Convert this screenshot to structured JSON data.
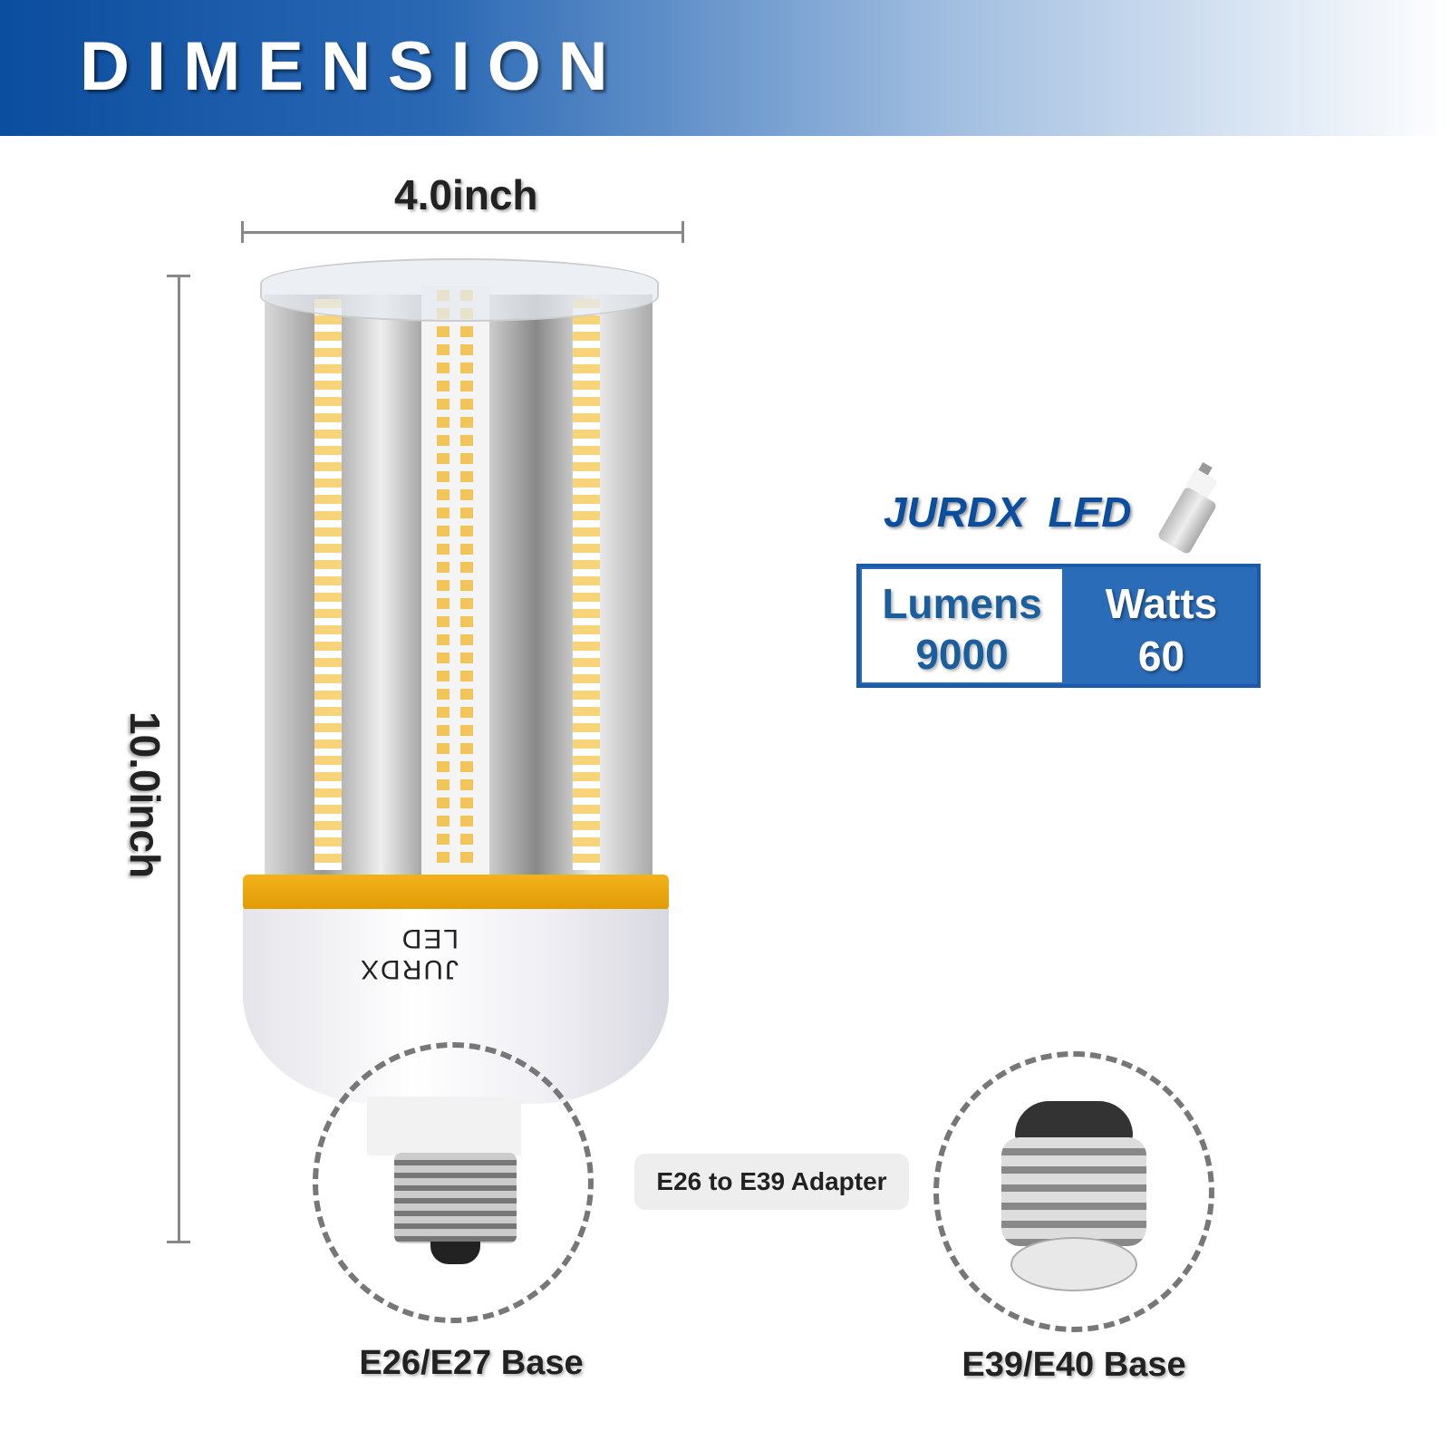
{
  "header": {
    "title": "DIMENSION"
  },
  "dimensions": {
    "width": "4.0inch",
    "height": "10.0inch"
  },
  "product": {
    "brand_mark": "JURDX LED"
  },
  "spec_box": {
    "brand": "JURDX  LED",
    "lumens_label": "Lumens",
    "lumens_value": "9000",
    "watts_label": "Watts",
    "watts_value": "60"
  },
  "bases": {
    "left_label": "E26/E27 Base",
    "adapter_label": "E26 to E39 Adapter",
    "right_label": "E39/E40 Base"
  },
  "colors": {
    "brand_blue": "#0b4d9e",
    "accent_orange": "#eaa20c",
    "spec_blue": "#2b6cb8"
  }
}
